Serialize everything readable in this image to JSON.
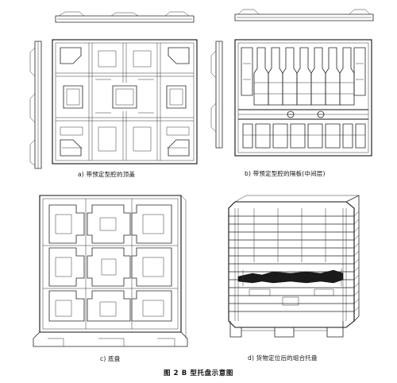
{
  "labels": {
    "a": "a)  带预定型腔的顶盖",
    "b": "b)  带预定型腔的隔板(中间层)",
    "c": "c)  底盘",
    "d": "d)  货物定位后的组合托盘"
  },
  "caption": "图 2   B 型托盘示意图"
}
